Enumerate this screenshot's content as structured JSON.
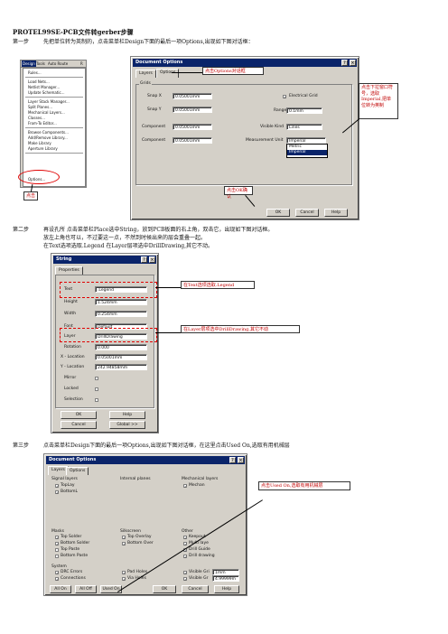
{
  "doc": {
    "title": "PROTEL99SE-PCB文件转gerber步骤",
    "step1": {
      "label": "第一步",
      "text": "先把单位转为英制的，点击菜单栏Design下面的最后一项Options,出现如下图对话框："
    },
    "step2": {
      "label": "第二步",
      "lines": [
        "再设孔所  点击菜单栏Place选中String，放到PCB板面的右上角，双击它，出现如下图对话框。",
        "放左上角也可以，不过要这一点，不然到时候出来的层会重叠一起。",
        "在Text选项选取.Legend       在Layer层项选中DrillDrawing,其它不动。"
      ]
    },
    "step3": {
      "label": "第三步",
      "text": "点击菜单栏Design下面的最后一项Options,出现如下图对话框，在这里点击Used On,选取有用机械层"
    }
  },
  "menu": {
    "bar": [
      "Design",
      "Tools",
      "Auto Route",
      "R"
    ],
    "groups": [
      [
        "Rules..."
      ],
      [
        "Load Nets...",
        "Netlist Manager...",
        "Update Schematic..."
      ],
      [
        "Layer Stack Manager...",
        "Split Planes...",
        "Mechanical Layers...",
        "Classes...",
        "From-To Editor..."
      ],
      [
        "Browse Components...",
        "Add/Remove Library...",
        "Make Library",
        "Aperture Library"
      ],
      [
        "Options..."
      ]
    ]
  },
  "dlg1": {
    "title": "Document Options",
    "tabs": [
      "Layers",
      "Options"
    ],
    "grids_label": "Grids",
    "rows": [
      {
        "label": "Snap X",
        "value": "0.05001mm"
      },
      {
        "label": "Snap Y",
        "value": "0.05001mm"
      },
      {
        "label": "Component",
        "value": "0.05001mm"
      },
      {
        "label": "Component",
        "value": "0.05001mm"
      }
    ],
    "electrical_grid": "Electrical Grid",
    "range_label": "Range",
    "range_value": "0.1mm",
    "visible_kind_label": "Visible Kind",
    "visible_kind_value": "Lines",
    "measurement_label": "Measurement Unit",
    "measurement_value": "Imperial",
    "measurement_options": [
      "Metric",
      "Imperial"
    ],
    "buttons": [
      "OK",
      "Cancel",
      "Help"
    ]
  },
  "callouts1": {
    "options_tab": "点击Options对话框",
    "unit": "点击下拉窗口符号，选取Imperial,把单位转为英制",
    "ok": "点击OK确认",
    "click": "点击"
  },
  "dlg2": {
    "title": "String",
    "tab": "Properties",
    "rows": [
      {
        "label": "Text",
        "value": ".Legend"
      },
      {
        "label": "Height",
        "value": "1.524mm"
      },
      {
        "label": "Width",
        "value": "0.254mm"
      },
      {
        "label": "Font",
        "value": "Default"
      },
      {
        "label": "Layer",
        "value": "DrillDrawing"
      },
      {
        "label": "Rotation",
        "value": "0.000"
      },
      {
        "label": "X - Location",
        "value": "0.05001mm"
      },
      {
        "label": "Y - Location",
        "value": "242.94858mm"
      }
    ],
    "checks": [
      "Mirror",
      "Locked",
      "Selection"
    ],
    "buttons": [
      "OK",
      "Help",
      "Cancel",
      "Global >>"
    ]
  },
  "callouts2": {
    "text": "在Text选项选取.Legend",
    "layer": "在Layer层项选中DrillDrawing,其它不动"
  },
  "dlg3": {
    "title": "Document Options",
    "tabs": [
      "Layers",
      "Options"
    ],
    "signal": {
      "label": "Signal layers",
      "items": [
        "TopLay",
        "BottomL"
      ]
    },
    "internal": {
      "label": "Internal planes"
    },
    "mech": {
      "label": "Mechanical layers",
      "items": [
        "Mechan"
      ]
    },
    "masks": {
      "label": "Masks",
      "items": [
        "Top Solder",
        "Bottom Solder",
        "Top Paste",
        "Bottom Paste"
      ]
    },
    "silk": {
      "label": "Silkscreen",
      "items": [
        "Top Overlay",
        "Bottom Over"
      ]
    },
    "other": {
      "label": "Other",
      "items": [
        "Keepout",
        "Multi laye",
        "Drill Guide",
        "Drill drawing"
      ]
    },
    "system": {
      "label": "System",
      "col1": [
        "DRC Errors",
        "Connections"
      ],
      "col2": [
        "Pad Holes",
        "Via Holes"
      ],
      "col3": [
        "Visible Gri",
        "Visible Gr"
      ],
      "vals": [
        "1mm",
        "4.99999m"
      ]
    },
    "buttons": [
      "All On",
      "All Off",
      "Used On",
      "OK",
      "Cancel",
      "Help"
    ]
  },
  "callouts3": {
    "used_on": "点击Used On,选取有用机械层"
  }
}
